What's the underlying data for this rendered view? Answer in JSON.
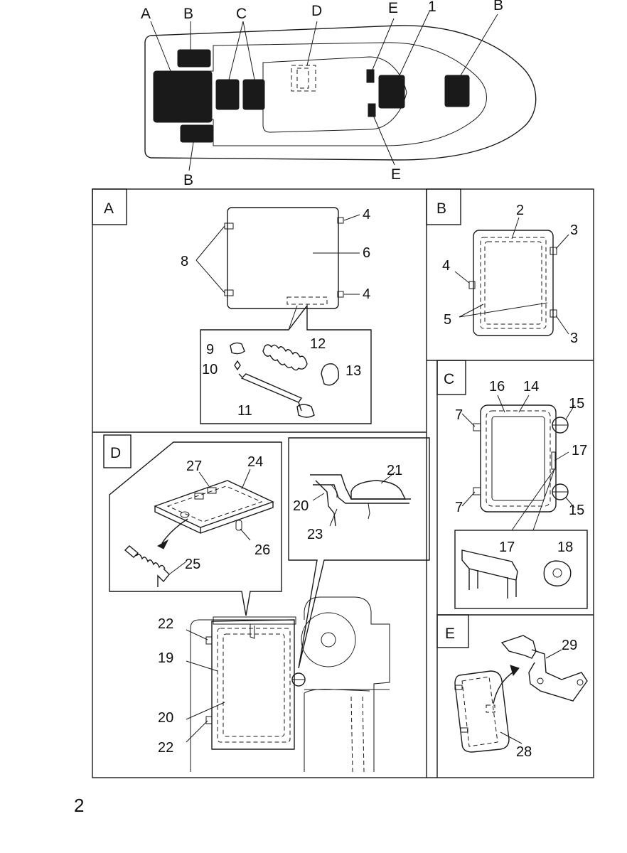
{
  "page_number": "2",
  "boat_overview": {
    "labels": {
      "A": "A",
      "B_top": "B",
      "B_bottom": "B",
      "B_bow": "B",
      "C": "C",
      "D": "D",
      "E_top": "E",
      "E_bottom": "E",
      "one": "1"
    }
  },
  "panels": {
    "A": {
      "title": "A",
      "callouts": {
        "n4a": "4",
        "n4b": "4",
        "n6": "6",
        "n8": "8",
        "n9": "9",
        "n10": "10",
        "n11": "11",
        "n12": "12",
        "n13": "13"
      }
    },
    "B": {
      "title": "B",
      "callouts": {
        "n2": "2",
        "n3a": "3",
        "n3b": "3",
        "n4": "4",
        "n5": "5"
      }
    },
    "C": {
      "title": "C",
      "callouts": {
        "n16": "16",
        "n14": "14",
        "n15a": "15",
        "n15b": "15",
        "n7a": "7",
        "n7b": "7",
        "n17a": "17",
        "n17b": "17",
        "n18": "18"
      }
    },
    "D": {
      "title": "D",
      "callouts": {
        "n27": "27",
        "n24": "24",
        "n25": "25",
        "n26": "26",
        "n21": "21",
        "n20a": "20",
        "n23": "23",
        "n22a": "22",
        "n19": "19",
        "n20b": "20",
        "n22b": "22"
      }
    },
    "E": {
      "title": "E",
      "callouts": {
        "n29": "29",
        "n28": "28"
      }
    }
  }
}
